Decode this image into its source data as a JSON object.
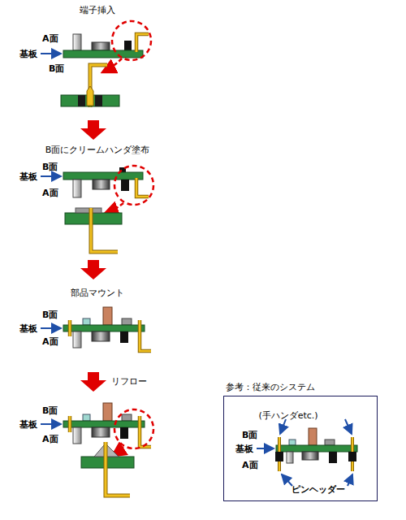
{
  "diagram": {
    "nodes": [
      {
        "text": [
          "参考：従来のシステム",
          "(手ハンダetc.)",
          "B面",
          "基板",
          "A面",
          "ピンヘッダー"
        ]
      }
    ],
    "labels": [
      "端子挿入",
      "A面",
      "基板",
      "B面",
      "B面にクリームハンダ塗布",
      "B面",
      "基板",
      "A面",
      "部品マウント",
      "B面",
      "基板",
      "A面",
      "リフロー",
      "B面",
      "基板",
      "A面"
    ]
  }
}
